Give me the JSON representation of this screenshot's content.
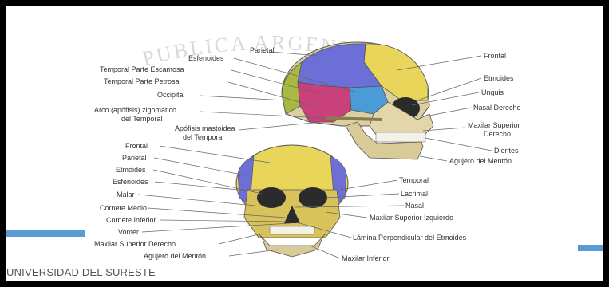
{
  "slide": {
    "watermark": "PUBLICA ARGENTINA",
    "footer": "UNIVERSIDAD DEL SURESTE"
  },
  "lateral_view": {
    "left_labels": [
      "Parietal",
      "Esfenoides",
      "Temporal Parte Escamosa",
      "Temporal Parte Petrosa",
      "Occipital",
      "Arco (apófisis) zigomático",
      "del Temporal",
      "Apófisis mastoidea",
      "del Temporal"
    ],
    "right_labels": [
      "Frontal",
      "Etmoides",
      "Unguis",
      "Nasal Derecho",
      "Maxilar Superior",
      "Derecho",
      "Dientes",
      "Agujero del Mentón"
    ]
  },
  "frontal_view": {
    "left_labels": [
      "Frontal",
      "Parietal",
      "Etmoides",
      "Esfenoides",
      "Malar",
      "Cornete Medio",
      "Cornete Inferior",
      "Vomer",
      "Maxilar Superior Derecho",
      "Agujero del Mentón"
    ],
    "right_labels": [
      "Temporal",
      "Lacrimal",
      "Nasal",
      "Maxilar Superior Izquierdo",
      "Lámina Perpendicular del Etmoides",
      "Maxilar Inferior"
    ]
  },
  "colors": {
    "frontal": "#e8d55a",
    "parietal": "#6b6fd6",
    "temporal": "#c9407a",
    "occipital": "#a9b843",
    "esfenoides": "#4a9bd8",
    "maxilar": "#d8c35a",
    "accent_bar": "#5b9bd5"
  }
}
